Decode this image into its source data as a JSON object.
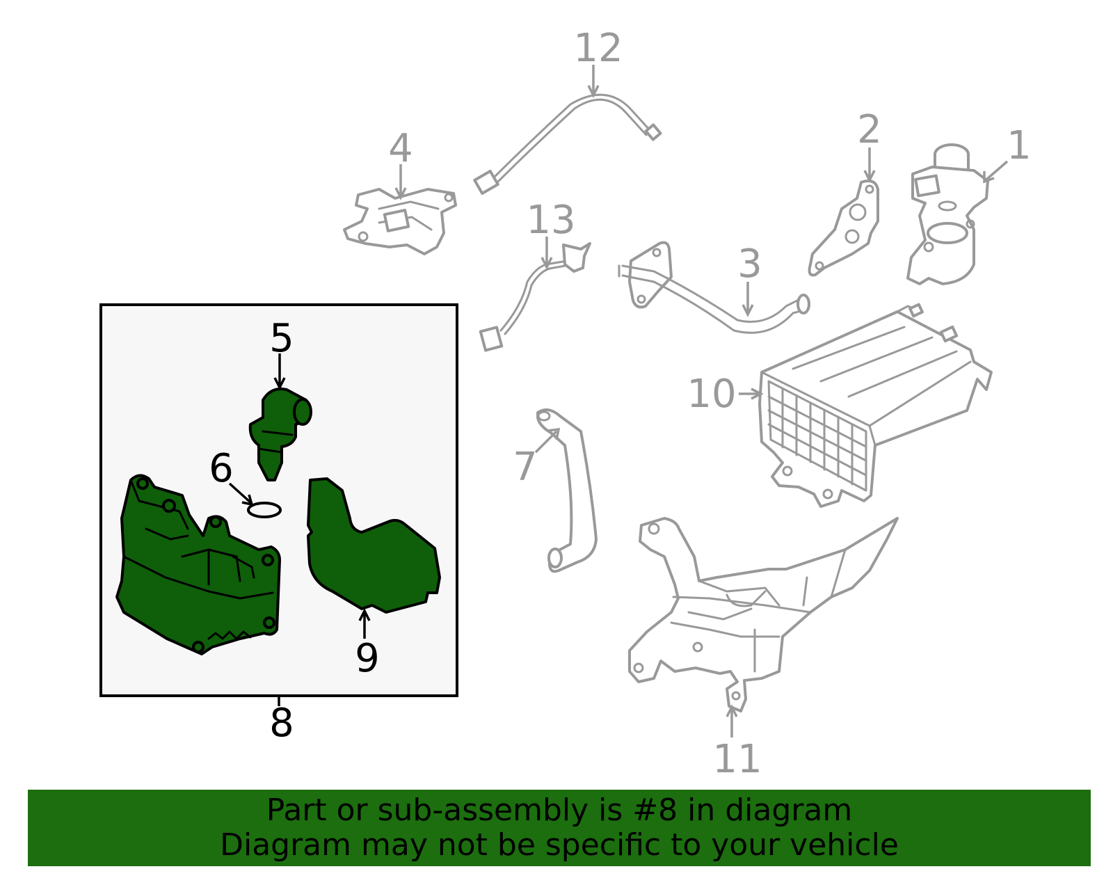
{
  "callouts": {
    "c1": "1",
    "c2": "2",
    "c3": "3",
    "c4": "4",
    "c5": "5",
    "c6": "6",
    "c7": "7",
    "c8": "8",
    "c9": "9",
    "c10": "10",
    "c11": "11",
    "c12": "12",
    "c13": "13"
  },
  "highlight": {
    "part_number": "8",
    "fill_color": "#0f5e0a",
    "box_background": "#f7f7f7"
  },
  "banner": {
    "line1": "Part or sub-assembly is #8 in diagram",
    "line2": "Diagram may not be specific to your vehicle",
    "background": "#1c6e0f"
  },
  "colors": {
    "line_gray": "#999999",
    "black": "#000000"
  }
}
